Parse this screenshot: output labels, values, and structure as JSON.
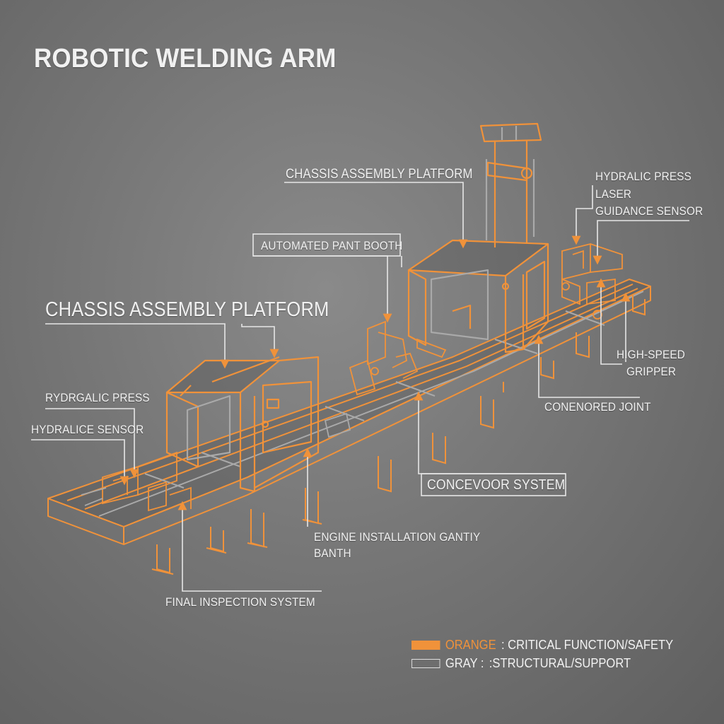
{
  "title": "ROBOTIC WELDING ARM",
  "labels": {
    "chassis_platform_large": "CHASSIS ASSEMBLY PLATFORM",
    "chassis_platform_top": "CHASSIS ASSEMBLY PLATFORM",
    "paint_booth": "AUTOMATED PANT BOOTH",
    "hydraulic_press_right": "HYDRALIC PRESS",
    "laser_sensor_1": "LASER",
    "laser_sensor_2": "GUIDANCE SENSOR",
    "gripper_1": "HIGH-SPEED",
    "gripper_2": "GRIPPER",
    "joint": "CONENORED JOINT",
    "conveyor": "CONCEVOOR SYSTEM",
    "engine_gantry_1": "ENGINE INSTALLATION GANTIY",
    "engine_gantry_2": "BANTH",
    "hydraulic_press_left": "RYDRGALIC PRESS",
    "hydraulic_sensor": "HYDRALICE SENSOR",
    "final_inspection": "FINAL INSPECTION SYSTEM"
  },
  "legend": {
    "orange_key": "ORANGE",
    "orange_desc": ": CRITICAL FUNCTION/SAFETY",
    "gray_key": "GRAY :",
    "gray_desc": ":STRUCTURAL/SUPPORT"
  },
  "colors": {
    "critical": "#f0923a",
    "structural": "#9c9c9c",
    "background": "#767676",
    "text": "#f1f1f1"
  }
}
